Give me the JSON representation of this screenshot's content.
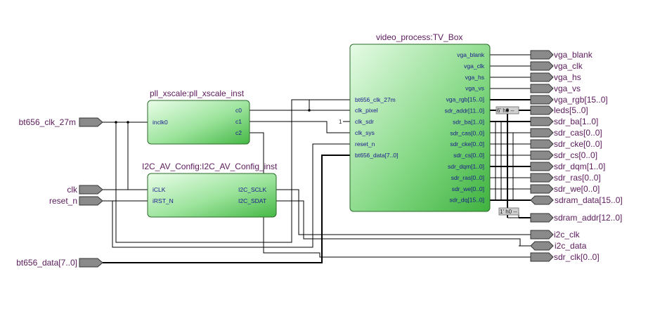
{
  "diagram": {
    "blocks": {
      "pll": {
        "title": "pll_xscale:pll_xscale_inst",
        "inputs": [
          "inclk0"
        ],
        "outputs": [
          "c0",
          "c1",
          "c2"
        ]
      },
      "i2c": {
        "title": "I2C_AV_Config:I2C_AV_Config_inst",
        "inputs": [
          "iCLK",
          "iRST_N"
        ],
        "outputs": [
          "I2C_SCLK",
          "I2C_SDAT"
        ]
      },
      "video": {
        "title": "video_process:TV_Box",
        "inputs": [
          "bt656_clk_27m",
          "clk_pixel",
          "clk_sdr",
          "clk_sys",
          "reset_n",
          "bt656_data[7..0]"
        ],
        "outputs": [
          "vga_blank",
          "vga_clk",
          "vga_hs",
          "vga_vs",
          "vga_rgb[15..0]",
          "sdr_addr[11..0]",
          "sdr_ba[1..0]",
          "sdr_cas[0..0]",
          "sdr_cke[0..0]",
          "sdr_cs[0..0]",
          "sdr_dqm[1..0]",
          "sdr_ras[0..0]",
          "sdr_we[0..0]",
          "sdr_dq[15..0]"
        ]
      }
    },
    "input_ports": [
      "bt656_clk_27m",
      "clk",
      "reset_n",
      "bt656_data[7..0]"
    ],
    "output_ports": [
      "vga_blank",
      "vga_clk",
      "vga_hs",
      "vga_vs",
      "vga_rgb[15..0]",
      "leds[5..0]",
      "sdr_ba[1..0]",
      "sdr_cas[0..0]",
      "sdr_cke[0..0]",
      "sdr_cs[0..0]",
      "sdr_dqm[1..0]",
      "sdr_ras[0..0]",
      "sdr_we[0..0]",
      "sdram_data[15..0]",
      "sdram_addr[12..0]",
      "i2c_clk",
      "i2c_data",
      "sdr_clk[0..0]"
    ],
    "constants": {
      "clk_sdr_tie": "1",
      "leds_const": "6' h0 --",
      "addr_const": "1' h0 --"
    },
    "colors": {
      "block_fill_light": "#e6fbe6",
      "block_fill_dark": "#4fc04f",
      "port_fill": "#8a8a8a",
      "label": "#5a1a5a",
      "pin_label": "#1a1a8c"
    }
  }
}
